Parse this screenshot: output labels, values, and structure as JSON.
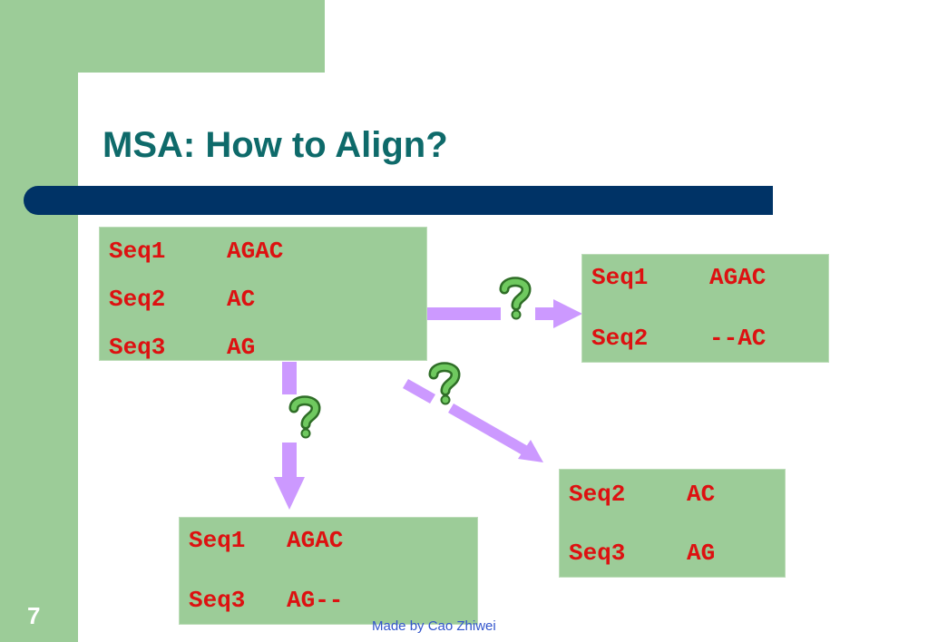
{
  "slide": {
    "title": "MSA: How to Align?",
    "page_number": "7",
    "footer": "Made by Cao Zhiwei"
  },
  "boxes": {
    "source": {
      "rows": [
        {
          "name": "Seq1",
          "seq": "AGAC"
        },
        {
          "name": "Seq2",
          "seq": "AC"
        },
        {
          "name": "Seq3",
          "seq": "AG"
        }
      ]
    },
    "pair_seq1_seq2": {
      "rows": [
        {
          "name": "Seq1",
          "seq": "AGAC"
        },
        {
          "name": "Seq2",
          "seq": "--AC"
        }
      ]
    },
    "pair_seq2_seq3": {
      "rows": [
        {
          "name": "Seq2",
          "seq": "AC"
        },
        {
          "name": "Seq3",
          "seq": "AG"
        }
      ]
    },
    "pair_seq1_seq3": {
      "rows": [
        {
          "name": "Seq1",
          "seq": "AGAC"
        },
        {
          "name": "Seq3",
          "seq": "AG--"
        }
      ]
    }
  },
  "colors": {
    "green": "#9ccc98",
    "title": "#0e6a6a",
    "bar": "#003366",
    "sequence_text": "#dd1111",
    "arrow": "#cc99ff",
    "question_mark": "#55b84a"
  },
  "icons": {
    "question": "question-mark-icon"
  }
}
